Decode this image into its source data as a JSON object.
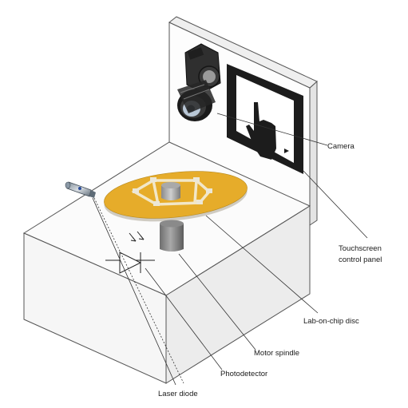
{
  "labels": {
    "camera": "Camera",
    "touchscreen_line1": "Touchscreen",
    "touchscreen_line2": "control panel",
    "disc": "Lab-on-chip disc",
    "spindle": "Motor spindle",
    "photodetector": "Photodetector",
    "laser": "Laser diode"
  },
  "icons": {
    "camera": "camera-icon",
    "touchscreen": "touchscreen-hand-icon",
    "laser": "laser-pointer-icon",
    "photodetector": "photodiode-symbol-icon"
  },
  "colors": {
    "disc_fill": "#e6ac2a",
    "disc_edge": "#c9c6be",
    "base_face": "#fbfbfb",
    "outline": "#555555"
  }
}
